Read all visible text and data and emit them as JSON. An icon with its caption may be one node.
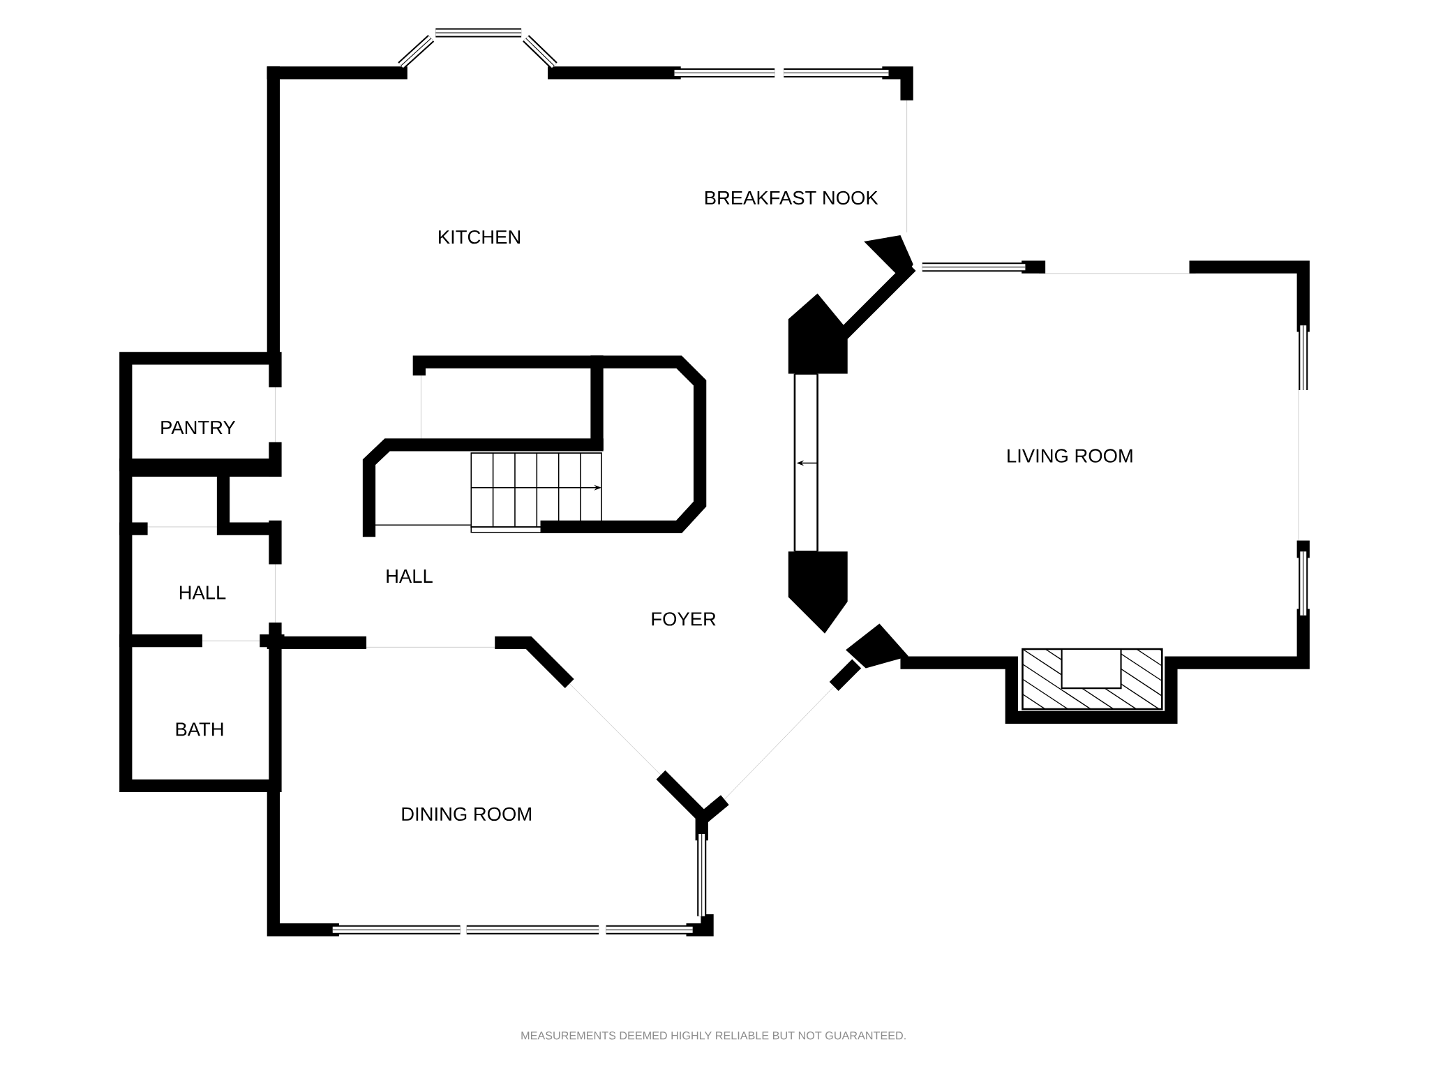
{
  "diagram": {
    "labels": [
      "BREAKFAST NOOK",
      "KITCHEN",
      "PANTRY",
      "LIVING ROOM",
      "HALL",
      "HALL",
      "FOYER",
      "BATH",
      "DINING ROOM",
      "MEASUREMENTS DEEMED HIGHLY RELIABLE BUT NOT GUARANTEED."
    ]
  }
}
